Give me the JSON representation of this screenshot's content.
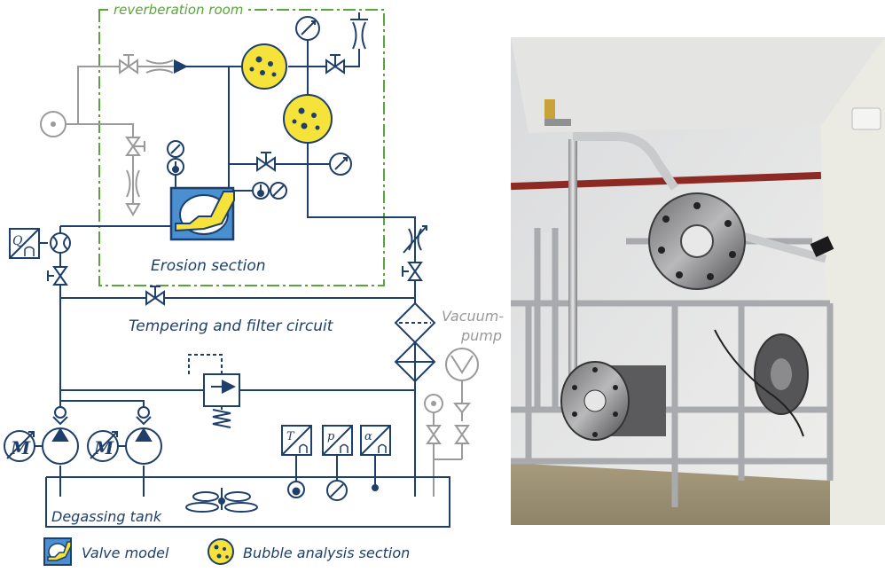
{
  "labels": {
    "reverberation_room": "reverberation room",
    "erosion_section": "Erosion section",
    "tempering_filter": "Tempering and filter circuit",
    "vacuum_pump_line1": "Vacuum-",
    "vacuum_pump_line2": "pump",
    "degassing_tank": "Degassing tank"
  },
  "legend": {
    "valve_model": "Valve model",
    "bubble_section": "Bubble analysis section"
  },
  "instruments": {
    "flow": "Q",
    "temperature": "T",
    "pressure": "p",
    "alpha": "α",
    "motor": "M"
  },
  "colors": {
    "line": "#1f3f6b",
    "gray": "#9a9a9a",
    "room": "#5aa53a",
    "yellow": "#f5e23b",
    "valve_blue": "#4a8fd0"
  },
  "photo": {
    "icons": [
      "steel-frame-rack",
      "valve-model-flange",
      "bubble-analysis-flange",
      "test-section-cylinder"
    ]
  }
}
